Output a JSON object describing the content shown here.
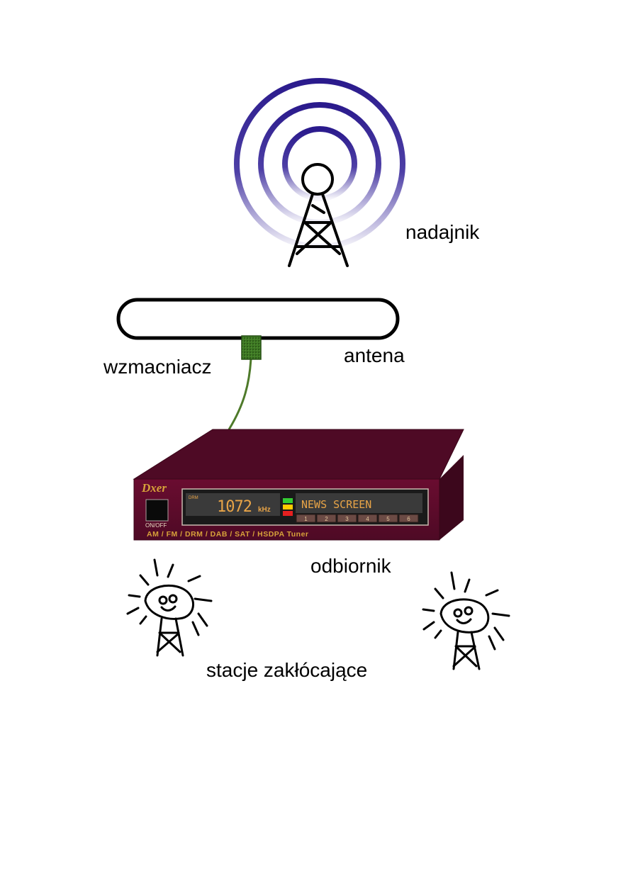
{
  "labels": {
    "transmitter": "nadajnik",
    "antenna": "antena",
    "amplifier": "wzmacniacz",
    "receiver": "odbiornik",
    "interference": "stacje zakłócające"
  },
  "receiver_device": {
    "brand": "Dxer",
    "power_label": "ON/OFF",
    "mode_tag": "DRM",
    "frequency": "1072",
    "frequency_unit": "kHz",
    "display_text": "NEWS SCREEN",
    "presets": [
      "1",
      "2",
      "3",
      "4",
      "5",
      "6"
    ],
    "bands": "AM / FM / DRM / DAB / SAT / HSDPA Tuner"
  },
  "colors": {
    "waves": "#2a1a8c",
    "device_body": "#4e0a25",
    "device_front": "#5b0a2a",
    "lcd_text": "#e8a447",
    "amplifier": "#3f7a25",
    "cable": "#4e7a2a",
    "led_green": "#33cc33",
    "led_yellow": "#ffcc00",
    "led_red": "#e62020"
  }
}
